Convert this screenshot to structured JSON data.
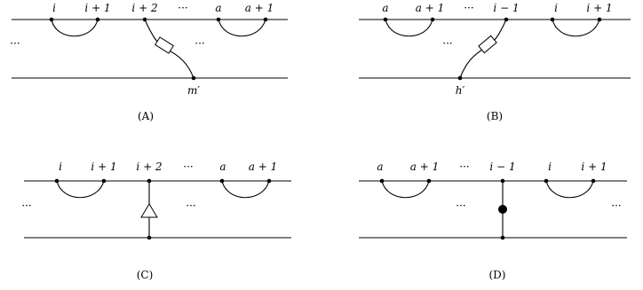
{
  "figure_a": {
    "labels": [
      "i",
      "i + 1",
      "i + 2",
      "···",
      "a",
      "a + 1"
    ],
    "dots_left": "···",
    "dots_mid": "···",
    "bottom_label": "m′",
    "caption": "(A)"
  },
  "figure_b": {
    "labels": [
      "a",
      "a + 1",
      "···",
      "i − 1",
      "i",
      "i + 1"
    ],
    "dots_mid": "···",
    "bottom_label": "h′",
    "caption": "(B)"
  },
  "figure_c": {
    "labels": [
      "i",
      "i + 1",
      "i + 2",
      "···",
      "a",
      "a + 1"
    ],
    "dots_left": "···",
    "dots_mid": "···",
    "caption": "(C)"
  },
  "figure_d": {
    "labels": [
      "a",
      "a + 1",
      "···",
      "i − 1",
      "i",
      "i + 1"
    ],
    "dots_mid": "···",
    "dots_right": "···",
    "caption": "(D)"
  }
}
